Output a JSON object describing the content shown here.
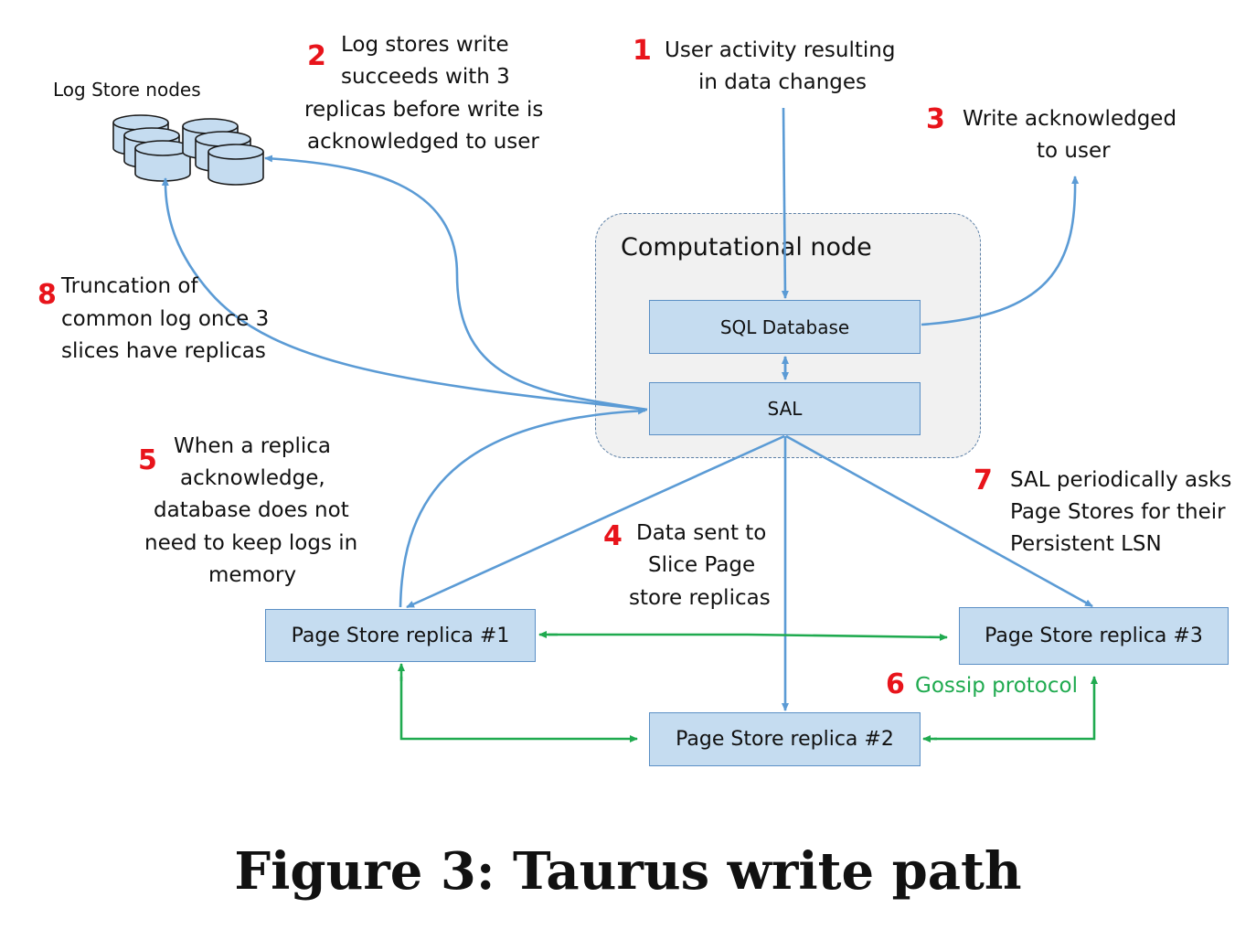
{
  "log_store": {
    "label": "Log Store nodes"
  },
  "computational_node": {
    "title": "Computational node"
  },
  "boxes": {
    "sql_database": "SQL Database",
    "sal": "SAL",
    "replica1": "Page Store replica #1",
    "replica2": "Page Store replica #2",
    "replica3": "Page Store replica #3"
  },
  "steps": {
    "s1": {
      "num": "1",
      "lines": [
        "User activity resulting",
        "in data changes"
      ]
    },
    "s2": {
      "num": "2",
      "lines": [
        "Log stores write",
        "succeeds with 3",
        "replicas before write is",
        "acknowledged to user"
      ]
    },
    "s3": {
      "num": "3",
      "lines": [
        "Write acknowledged",
        "to user"
      ]
    },
    "s4": {
      "num": "4",
      "lines": [
        "Data sent to",
        "Slice Page",
        "store replicas"
      ]
    },
    "s5": {
      "num": "5",
      "lines": [
        "When a replica",
        "acknowledge,",
        "database does not",
        "need to keep logs in",
        "memory"
      ]
    },
    "s6": {
      "num": "6",
      "lines": [
        "Gossip protocol"
      ]
    },
    "s7": {
      "num": "7",
      "lines": [
        "SAL periodically asks",
        "Page Stores for their",
        "Persistent LSN"
      ]
    },
    "s8": {
      "num": "8",
      "lines": [
        "Truncation of",
        "common log once 3",
        "slices have replicas"
      ]
    }
  },
  "caption": "Figure 3: Taurus write path",
  "colors": {
    "blue_arrow": "#5b9bd5",
    "green_arrow": "#1faa4f",
    "step_number": "#e8141b",
    "box_fill": "#c5dcf0"
  }
}
